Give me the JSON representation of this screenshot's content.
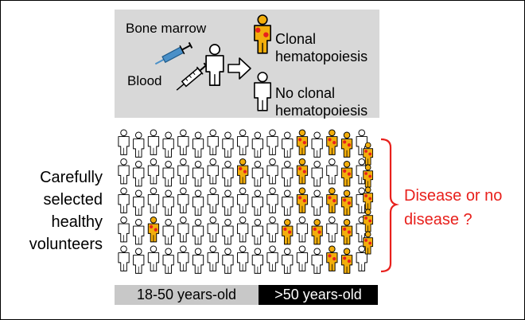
{
  "legend": {
    "bone_marrow": "Bone marrow",
    "blood": "Blood",
    "clonal": "Clonal hematopoiesis",
    "no_clonal": "No clonal hematopoiesis"
  },
  "left_label": "Carefully selected healthy volunteers",
  "right_label": "Disease or no disease ?",
  "age_groups": {
    "young": "18-50 years-old",
    "old": ">50 years-old"
  },
  "colors": {
    "clonal_fill": "#f2ae0c",
    "clone_dot": "#e8201c",
    "question_red": "#e8201c",
    "panel_gray": "#d8d8d8",
    "syringe_blue": "#4a90c8"
  },
  "icons": [
    "person-icon",
    "syringe-icon",
    "arrow-right-icon",
    "bracket-icon"
  ]
}
